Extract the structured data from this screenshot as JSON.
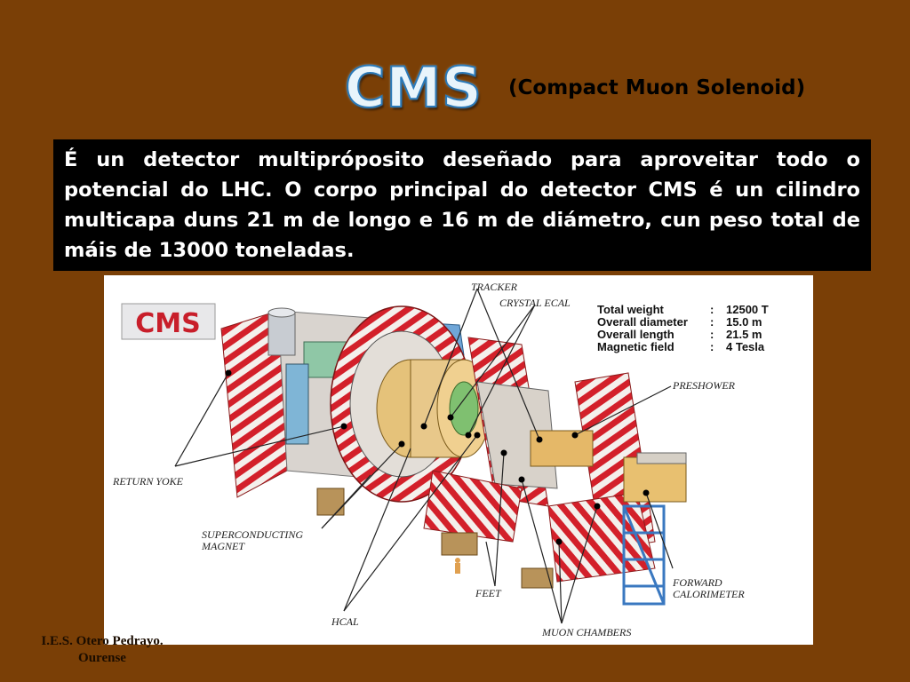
{
  "slide": {
    "title": "CMS",
    "subtitle": "(Compact Muon Solenoid)",
    "description": "É  un detector multipróposito deseñado para aproveitar todo o potencial do LHC. O corpo principal do detector CMS é un cilindro multicapa duns 21 m de longo e 16 m de diámetro, cun peso total de máis de 13000 toneladas.",
    "footer_line1": "I.E.S. Otero Pedrayo.",
    "footer_line2": "Ourense",
    "colors": {
      "background": "#7a3f06",
      "text_box": "#000000",
      "title_outline": "#2a79b8"
    }
  },
  "figure": {
    "logo": "CMS",
    "specs": [
      {
        "label": "Total  weight",
        "value": "12500  T"
      },
      {
        "label": "Overall  diameter",
        "value": "15.0  m"
      },
      {
        "label": "Overall  length",
        "value": "21.5  m"
      },
      {
        "label": "Magnetic  field",
        "value": "4  Tesla"
      }
    ],
    "labels": {
      "tracker": "TRACKER",
      "crystal_ecal": "CRYSTAL ECAL",
      "preshower": "PRESHOWER",
      "return_yoke": "RETURN YOKE",
      "superconducting_1": "SUPERCONDUCTING",
      "superconducting_2": "MAGNET",
      "feet": "FEET",
      "hcal": "HCAL",
      "muon_chambers": "MUON CHAMBERS",
      "forward_1": "FORWARD",
      "forward_2": "CALORIMETER"
    }
  }
}
